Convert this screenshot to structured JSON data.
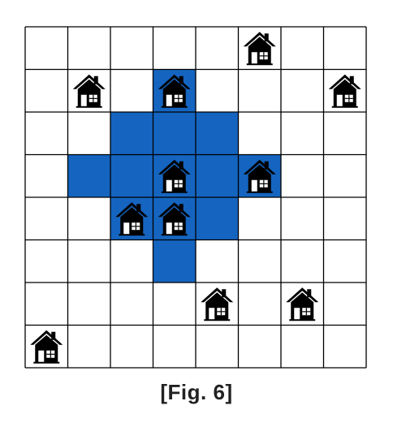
{
  "figure": {
    "caption": "[Fig. 6]",
    "rows": 8,
    "cols": 8,
    "fill_color": "#1565C0",
    "line_color": "#000000",
    "house_color": "#000000",
    "shaded_cells": [
      [
        1,
        3
      ],
      [
        2,
        2
      ],
      [
        2,
        3
      ],
      [
        2,
        4
      ],
      [
        3,
        1
      ],
      [
        3,
        2
      ],
      [
        3,
        3
      ],
      [
        3,
        4
      ],
      [
        3,
        5
      ],
      [
        4,
        2
      ],
      [
        4,
        3
      ],
      [
        4,
        4
      ],
      [
        5,
        3
      ]
    ],
    "house_cells": [
      [
        0,
        5
      ],
      [
        1,
        1
      ],
      [
        1,
        3
      ],
      [
        1,
        7
      ],
      [
        3,
        3
      ],
      [
        3,
        5
      ],
      [
        4,
        2
      ],
      [
        4,
        3
      ],
      [
        6,
        4
      ],
      [
        6,
        6
      ],
      [
        7,
        0
      ]
    ],
    "house_icon": "house-icon"
  }
}
